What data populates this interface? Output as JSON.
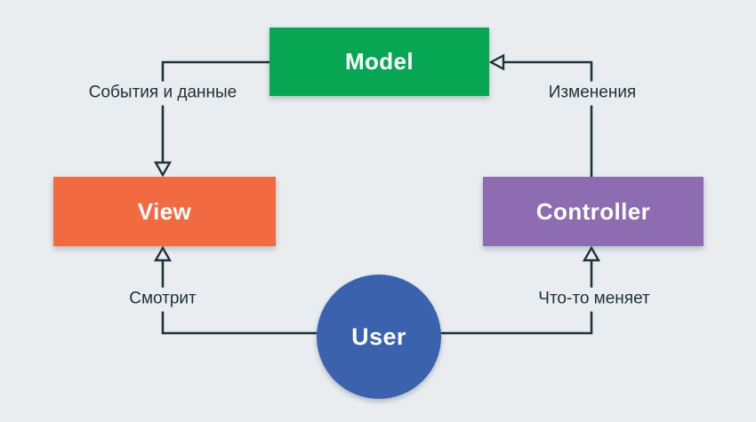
{
  "diagram": {
    "type": "mvc-flow-diagram",
    "nodes": {
      "model": {
        "label": "Model",
        "color": "#06A652"
      },
      "view": {
        "label": "View",
        "color": "#F26B40"
      },
      "controller": {
        "label": "Controller",
        "color": "#8D6CB1"
      },
      "user": {
        "label": "User",
        "color": "#3B63AD"
      }
    },
    "edges": [
      {
        "id": "model-to-view",
        "from": "Model",
        "to": "View",
        "label": "События и данные"
      },
      {
        "id": "controller-to-model",
        "from": "Controller",
        "to": "Model",
        "label": "Изменения"
      },
      {
        "id": "user-to-view",
        "from": "User",
        "to": "View",
        "label": "Смотрит"
      },
      {
        "id": "user-to-controller",
        "from": "User",
        "to": "Controller",
        "label": "Что-то меняет"
      }
    ],
    "colors": {
      "background": "#EAEDF0",
      "line": "#1D3340",
      "node_text": "#FFFFFF",
      "edge_label_text": "#1F3039"
    }
  }
}
